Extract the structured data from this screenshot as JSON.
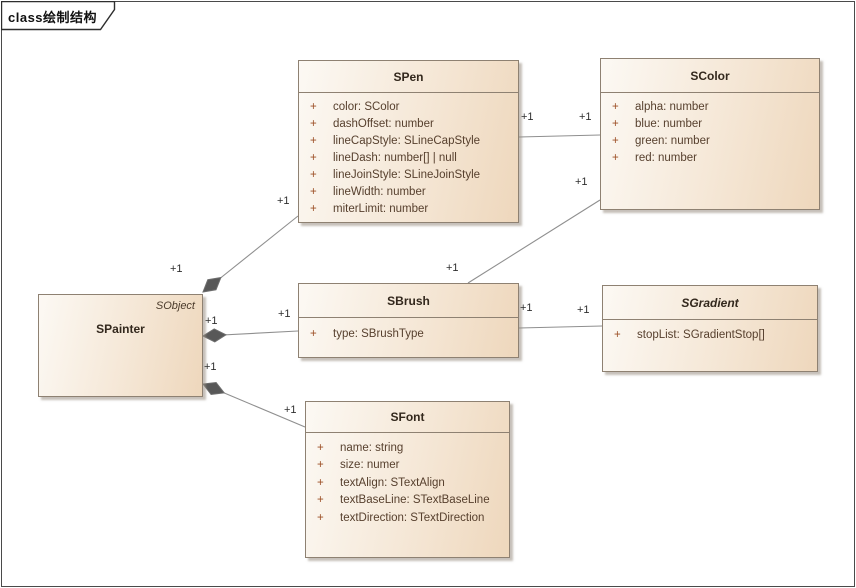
{
  "frame": {
    "title": "class绘制结构"
  },
  "colors": {
    "box_fill_light": "#fcf9f4",
    "box_fill_dark": "#eed7bc",
    "box_border": "#8e8172",
    "connector_line": "#8f8f8f",
    "diamond_fill": "#585858",
    "attr_text": "#57402e",
    "visibility_sign": "#9c4f26",
    "title_text": "#33281d"
  },
  "classes": [
    {
      "name": "SPainter",
      "stereotype": "SObject",
      "attributes": []
    },
    {
      "name": "SPen",
      "attributes": [
        {
          "vis": "+",
          "text": "color: SColor"
        },
        {
          "vis": "+",
          "text": "dashOffset: number"
        },
        {
          "vis": "+",
          "text": "lineCapStyle: SLineCapStyle"
        },
        {
          "vis": "+",
          "text": "lineDash: number[] | null"
        },
        {
          "vis": "+",
          "text": "lineJoinStyle: SLineJoinStyle"
        },
        {
          "vis": "+",
          "text": "lineWidth: number"
        },
        {
          "vis": "+",
          "text": "miterLimit: number"
        }
      ]
    },
    {
      "name": "SColor",
      "attributes": [
        {
          "vis": "+",
          "text": "alpha: number"
        },
        {
          "vis": "+",
          "text": "blue: number"
        },
        {
          "vis": "+",
          "text": "green: number"
        },
        {
          "vis": "+",
          "text": "red: number"
        }
      ]
    },
    {
      "name": "SBrush",
      "attributes": [
        {
          "vis": "+",
          "text": "type: SBrushType"
        }
      ]
    },
    {
      "name": "SGradient",
      "italic": true,
      "attributes": [
        {
          "vis": "+",
          "text": "stopList: SGradientStop[]"
        }
      ]
    },
    {
      "name": "SFont",
      "attributes": [
        {
          "vis": "+",
          "text": "name: string"
        },
        {
          "vis": "+",
          "text": "size: numer"
        },
        {
          "vis": "+",
          "text": "textAlign: STextAlign"
        },
        {
          "vis": "+",
          "text": "textBaseLine: STextBaseLine"
        },
        {
          "vis": "+",
          "text": "textDirection: STextDirection"
        }
      ]
    }
  ],
  "relations": [
    {
      "from": "SPainter",
      "to": "SPen",
      "type": "composition",
      "source_label": "+1",
      "target_label": "+1"
    },
    {
      "from": "SPainter",
      "to": "SBrush",
      "type": "composition",
      "source_label": "+1",
      "target_label": "+1"
    },
    {
      "from": "SPainter",
      "to": "SFont",
      "type": "composition",
      "source_label": "+1",
      "target_label": "+1"
    },
    {
      "from": "SPen",
      "to": "SColor",
      "type": "association",
      "source_label": "+1",
      "target_label": "+1"
    },
    {
      "from": "SBrush",
      "to": "SColor",
      "type": "association",
      "source_label": "+1",
      "target_label": "+1"
    },
    {
      "from": "SBrush",
      "to": "SGradient",
      "type": "association",
      "source_label": "+1",
      "target_label": "+1"
    }
  ]
}
